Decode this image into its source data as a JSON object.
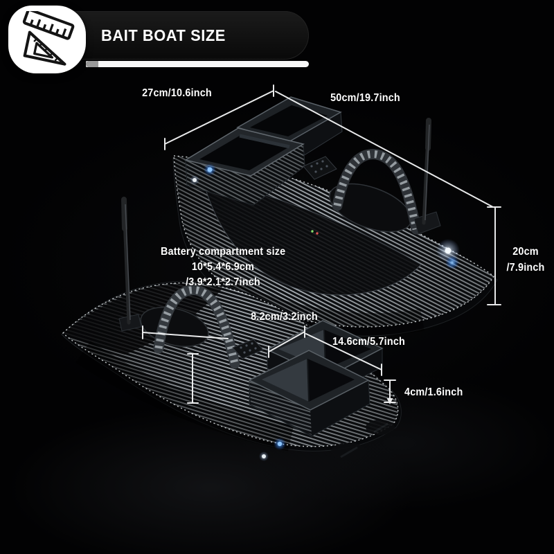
{
  "header": {
    "title": "BAIT BOAT SIZE",
    "badge_icon": "ruler-and-set-square"
  },
  "annotations": {
    "boat_width": "27cm/10.6inch",
    "overall_length": "50cm/19.7inch",
    "height": {
      "line1": "20cm",
      "line2": "/7.9inch"
    },
    "battery": {
      "title": "Battery compartment size",
      "metric": "10*5.4*6.9cm",
      "imperial": "/3.9*2.1*2.7inch"
    },
    "handle_width": "8.2cm/3.2inch",
    "hopper_width": "14.6cm/5.7inch",
    "hopper_height": "4cm/1.6inch"
  },
  "colors": {
    "background": "#020203",
    "banner": "#101010",
    "badge": "#ffffff",
    "text": "#ffffff",
    "dimension_lines": "#f3f4f5",
    "hull_stripe": "#b9c0c6",
    "led_blue": "#6fb6ff",
    "led_white": "#eef5fb"
  }
}
